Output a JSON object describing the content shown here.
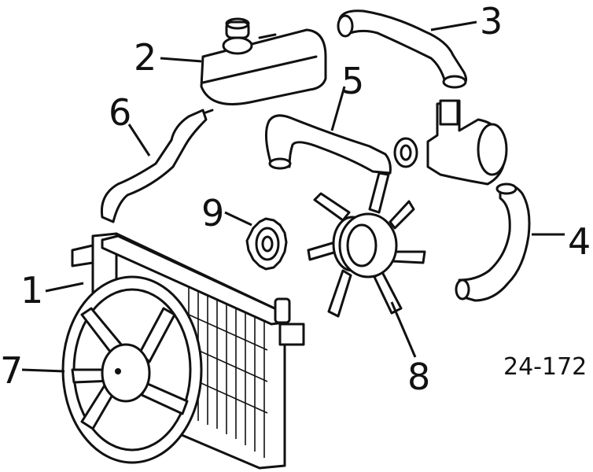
{
  "figure": {
    "reference_code": "24-172",
    "callouts": [
      {
        "number": "1",
        "part": "radiator"
      },
      {
        "number": "2",
        "part": "expansion-tank"
      },
      {
        "number": "3",
        "part": "upper-hose"
      },
      {
        "number": "4",
        "part": "lower-hose"
      },
      {
        "number": "5",
        "part": "bypass-hose"
      },
      {
        "number": "6",
        "part": "tank-hose"
      },
      {
        "number": "7",
        "part": "electric-fan"
      },
      {
        "number": "8",
        "part": "viscous-fan"
      },
      {
        "number": "9",
        "part": "fan-clutch-pulley"
      }
    ]
  }
}
